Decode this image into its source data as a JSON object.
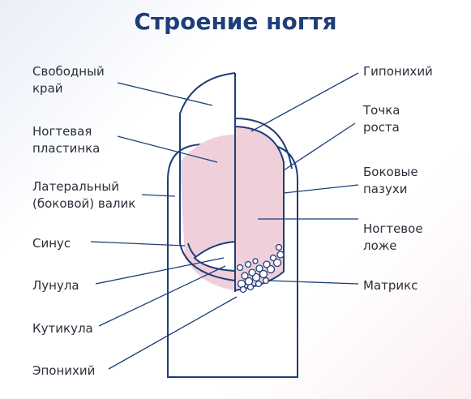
{
  "title": "Строение ногтя",
  "colors": {
    "outline": "#1f3e79",
    "nail_pink": "#efcfd9",
    "background": "#ffffff"
  },
  "labels": {
    "free_edge": "Свободный\nкрай",
    "nail_plate": "Ногтевая\nпластинка",
    "lateral_fold": "Латеральный\n(боковой) валик",
    "sinus": "Синус",
    "lunula": "Лунула",
    "cuticle": "Кутикула",
    "eponychium": "Эпонихий",
    "hyponychium": "Гипонихий",
    "growth_point": "Точка\nроста",
    "lateral_grooves": "Боковые\nпазухи",
    "nail_bed": "Ногтевое\nложе",
    "matrix": "Матрикс"
  }
}
